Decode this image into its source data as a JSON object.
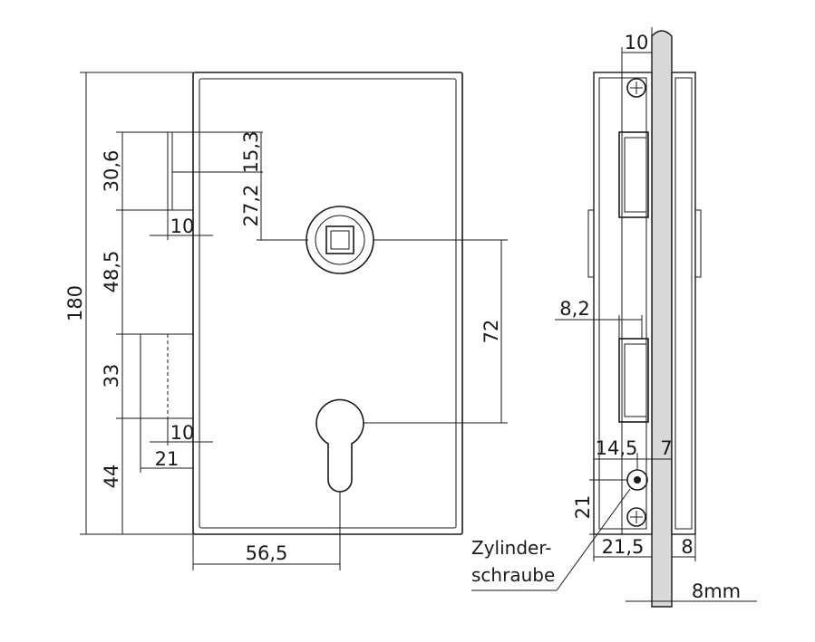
{
  "front_view": {
    "dim_height_total": "180",
    "dim_upper_bolt": "30,6",
    "dim_upper_gap": "48,5",
    "dim_lower_bolt": "33",
    "dim_bottom": "44",
    "dim_upper_bolt_depth": "10",
    "dim_lower_bolt_depth": "10",
    "dim_lower_bolt_offset": "21",
    "dim_top_to_follower": "15,3",
    "dim_follower_offset": "27,2",
    "dim_center_distance": "72",
    "dim_backset": "56,5"
  },
  "side_view": {
    "dim_faceplate": "10",
    "dim_latch_width": "8,2",
    "dim_screw_offset": "14,5",
    "dim_screw_edge": "7",
    "dim_screw_height": "21",
    "dim_case_depth": "21,5",
    "dim_cover": "8",
    "dim_glass": "8mm",
    "label_screw_line1": "Zylinder-",
    "label_screw_line2": "schraube"
  },
  "colors": {
    "line": "#1a1a1a",
    "glass": "#d9d9d9",
    "background": "#ffffff"
  }
}
